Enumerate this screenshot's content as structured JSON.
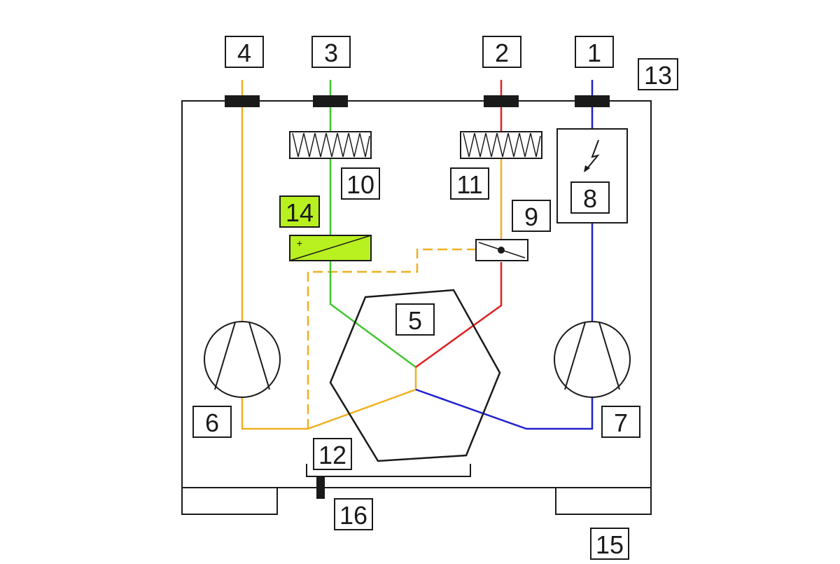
{
  "colors": {
    "outline": "#1a1a1a",
    "supply_air": "#e02020",
    "extract_air": "#2020d0",
    "exhaust_air": "#f0b020",
    "outdoor_air": "#40c830",
    "highlight_fill": "#b8f020"
  },
  "icons": {
    "fan": "fan-icon",
    "filter": "filter-icon",
    "bypass_damper": "damper-icon",
    "control_box": "lightning-icon",
    "heat_exchanger": "hexagon-icon",
    "heater": "heater-icon"
  },
  "labels": {
    "n1": "1",
    "n2": "2",
    "n3": "3",
    "n4": "4",
    "n5": "5",
    "n6": "6",
    "n7": "7",
    "n8": "8",
    "n9": "9",
    "n10": "10",
    "n11": "11",
    "n12": "12",
    "n13": "13",
    "n14": "14",
    "n15": "15",
    "n16": "16"
  },
  "heater_symbol": "+"
}
